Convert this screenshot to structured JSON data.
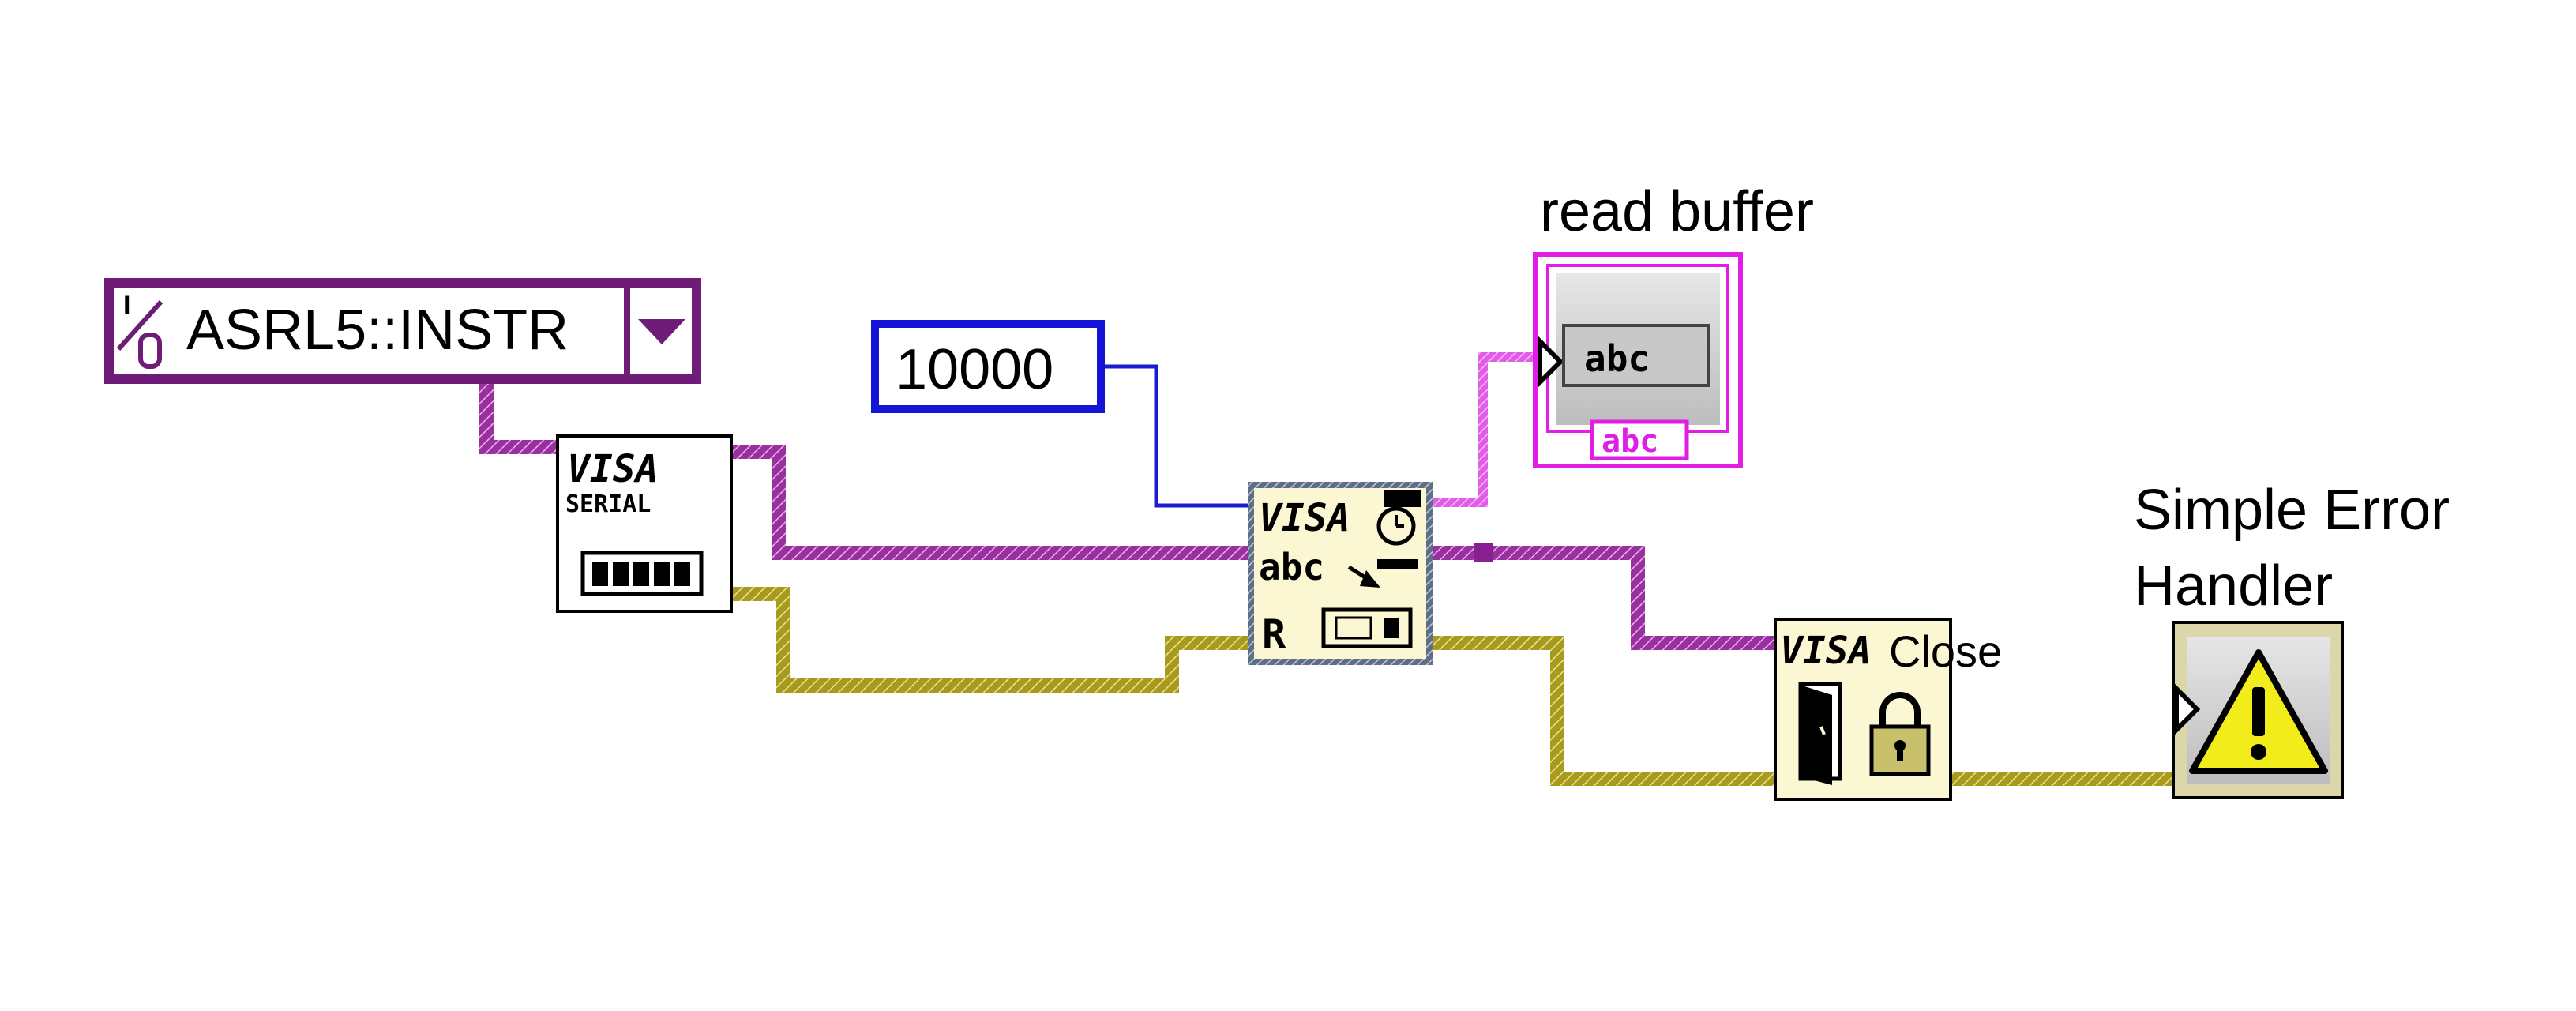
{
  "resource_constant": {
    "value": "ASRL5::INSTR",
    "io_glyph_top": "I",
    "io_glyph_bottom": "O"
  },
  "numeric_constant": {
    "value": "10000"
  },
  "read_buffer": {
    "label": "read buffer",
    "display_text": "abc",
    "type_tag": "abc"
  },
  "visa_serial": {
    "title": "VISA",
    "subtitle": "SERIAL"
  },
  "visa_read": {
    "title": "VISA",
    "mode_text": "abc",
    "flag_text": "R"
  },
  "visa_close": {
    "title": "VISA",
    "label": "Close"
  },
  "error_handler": {
    "label_line1": "Simple Error",
    "label_line2": "Handler"
  },
  "colors": {
    "visa_wire": "#9a2f9f",
    "error_wire": "#a89a1c",
    "numeric_wire": "#1b1bd1",
    "string_wire": "#e15ce9",
    "resource_border": "#6e1c78",
    "numeric_border": "#1414d6",
    "indicator_border": "#e11ee4",
    "subvi_bg": "#fbf7d2",
    "warning_yellow": "#f2ec1a"
  }
}
